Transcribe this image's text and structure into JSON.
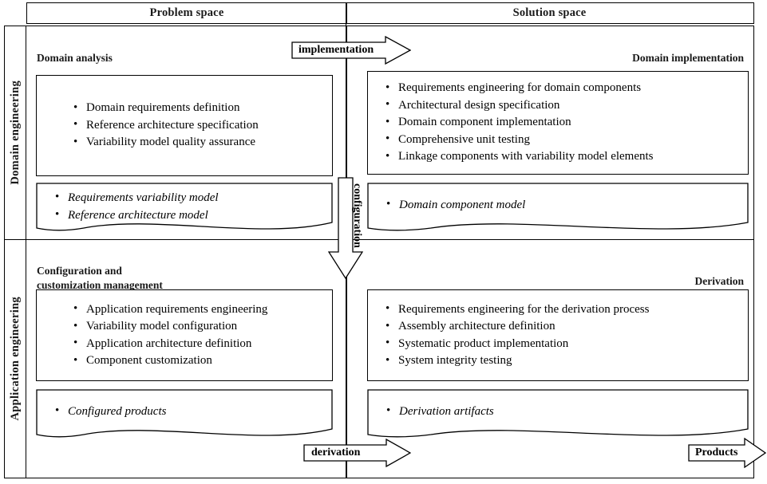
{
  "header": {
    "problem_space": "Problem space",
    "solution_space": "Solution space"
  },
  "rails": {
    "domain_engineering": "Domain engineering",
    "application_engineering": "Application engineering"
  },
  "quadrants": {
    "domain_analysis": {
      "title": "Domain analysis",
      "activities": [
        "Domain requirements definition",
        "Reference architecture specification",
        "Variability model quality assurance"
      ],
      "artifacts": [
        "Requirements variability model",
        "Reference architecture model"
      ]
    },
    "domain_implementation": {
      "title": "Domain implementation",
      "activities": [
        "Requirements engineering for domain components",
        "Architectural design specification",
        "Domain component implementation",
        "Comprehensive unit testing",
        "Linkage components with variability model elements"
      ],
      "artifacts": [
        "Domain component model"
      ]
    },
    "configuration_management": {
      "title": "Configuration and\ncustomization management",
      "activities": [
        "Application requirements engineering",
        "Variability model configuration",
        "Application architecture definition",
        "Component customization"
      ],
      "artifacts": [
        "Configured products"
      ]
    },
    "derivation": {
      "title": "Derivation",
      "activities": [
        "Requirements engineering for the derivation process",
        "Assembly architecture definition",
        "Systematic product implementation",
        "System integrity testing"
      ],
      "artifacts": [
        "Derivation artifacts"
      ]
    }
  },
  "arrows": {
    "implementation": "implementation",
    "configuration": "configuration",
    "derivation": "derivation",
    "products": "Products"
  },
  "colors": {
    "line": "#000000",
    "text": "#1a1a1a",
    "background": "#ffffff"
  }
}
